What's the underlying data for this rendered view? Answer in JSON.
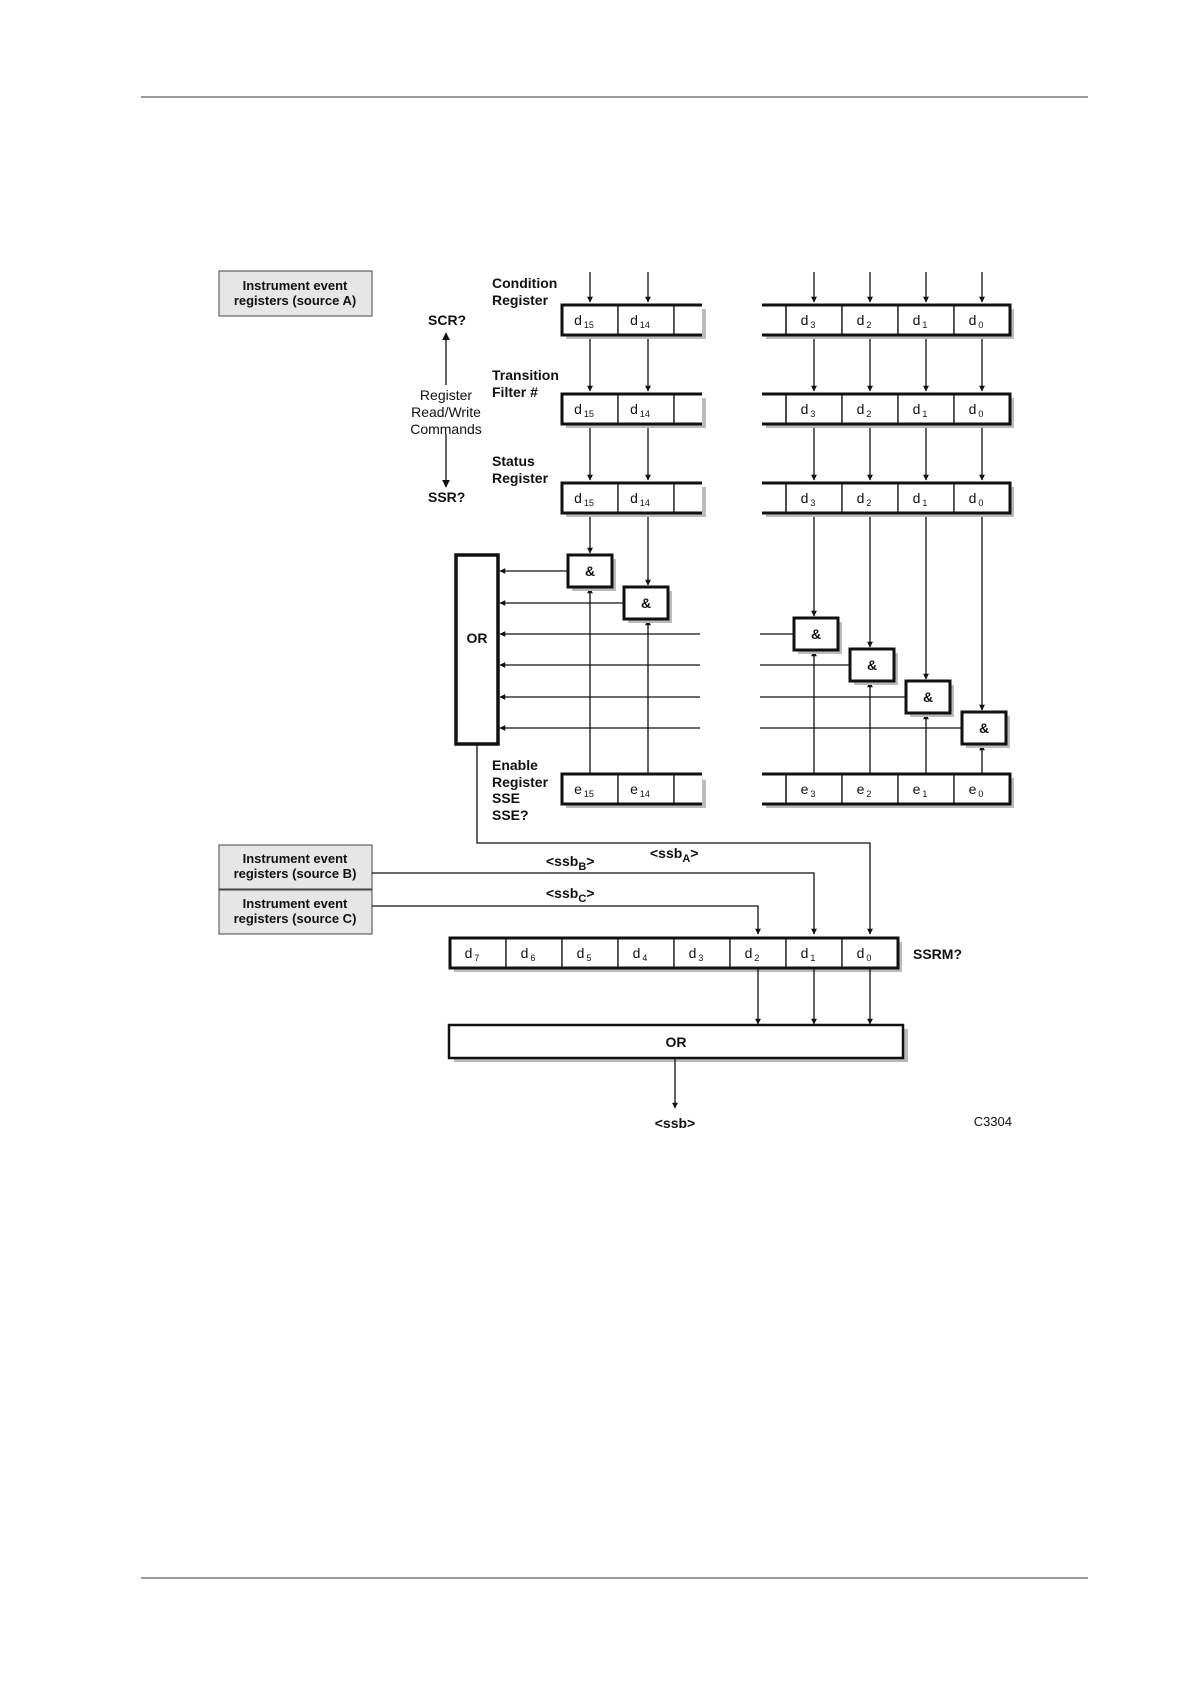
{
  "figure_code": "C3304",
  "sources": {
    "a": [
      "Instrument  event",
      "registers  (source  A)"
    ],
    "b": [
      "Instrument  event",
      "registers  (source  B)"
    ],
    "c": [
      "Instrument  event",
      "registers  (source  C)"
    ]
  },
  "labels": {
    "condition": [
      "Condition",
      "Register"
    ],
    "transition": [
      "Transition",
      "Filter  #"
    ],
    "status": [
      "Status",
      "Register"
    ],
    "enable": [
      "Enable",
      "Register",
      "SSE",
      "SSE?"
    ],
    "scr": "SCR?",
    "ssr": "SSR?",
    "rw": [
      "Register",
      "Read/Write",
      "Commands"
    ],
    "ssrm": "SSRM?",
    "or": "OR",
    "and": "&",
    "ssb": "<ssb>"
  },
  "subscript_signals": {
    "ssb_a": {
      "base": "<ssb",
      "sub": "A",
      "end": ">"
    },
    "ssb_b": {
      "base": "<ssb",
      "sub": "B",
      "end": ">"
    },
    "ssb_c": {
      "base": "<ssb",
      "sub": "C",
      "end": ">"
    }
  },
  "register_bits": {
    "left": [
      {
        "b": "d",
        "s": "15"
      },
      {
        "b": "d",
        "s": "14"
      }
    ],
    "right": [
      {
        "b": "d",
        "s": "3"
      },
      {
        "b": "d",
        "s": "2"
      },
      {
        "b": "d",
        "s": "1"
      },
      {
        "b": "d",
        "s": "0"
      }
    ],
    "enable_left": [
      {
        "b": "e",
        "s": "15"
      },
      {
        "b": "e",
        "s": "14"
      }
    ],
    "enable_right": [
      {
        "b": "e",
        "s": "3"
      },
      {
        "b": "e",
        "s": "2"
      },
      {
        "b": "e",
        "s": "1"
      },
      {
        "b": "e",
        "s": "0"
      }
    ],
    "ssrm": [
      {
        "b": "d",
        "s": "7"
      },
      {
        "b": "d",
        "s": "6"
      },
      {
        "b": "d",
        "s": "5"
      },
      {
        "b": "d",
        "s": "4"
      },
      {
        "b": "d",
        "s": "3"
      },
      {
        "b": "d",
        "s": "2"
      },
      {
        "b": "d",
        "s": "1"
      },
      {
        "b": "d",
        "s": "0"
      }
    ]
  }
}
